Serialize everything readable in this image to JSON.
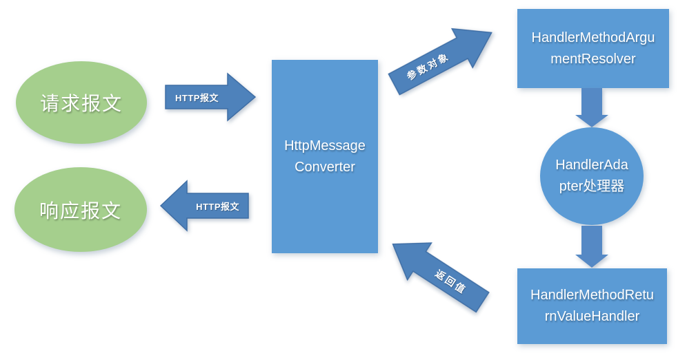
{
  "colors": {
    "node_green": "#a5cf8d",
    "node_blue": "#5b9bd5",
    "block_arrow_blue": "#4e82bb",
    "block_arrow_border": "#3f6ea5",
    "connector_arrow_blue": "#5589c5",
    "text_white": "#ffffff"
  },
  "nodes": {
    "request": {
      "label": "请求报文"
    },
    "response": {
      "label": "响应报文"
    },
    "converter": {
      "label": "HttpMessage\nConverter"
    },
    "resolver": {
      "label": "HandlerMethodArgu\nmentResolver"
    },
    "adapter": {
      "label": "HandlerAda\npter处理器"
    },
    "return_handler": {
      "label": "HandlerMethodRetu\nrnValueHandler"
    }
  },
  "arrows": {
    "http_request": {
      "label": "HTTP报文",
      "direction": "right"
    },
    "http_response": {
      "label": "HTTP报文",
      "direction": "left"
    },
    "param_object": {
      "label": "参数对象",
      "direction": "up-right"
    },
    "return_value": {
      "label": "返回值",
      "direction": "up-left"
    },
    "resolver_to_adapter": {
      "label": "",
      "direction": "down"
    },
    "adapter_to_return_handler": {
      "label": "",
      "direction": "down"
    }
  }
}
